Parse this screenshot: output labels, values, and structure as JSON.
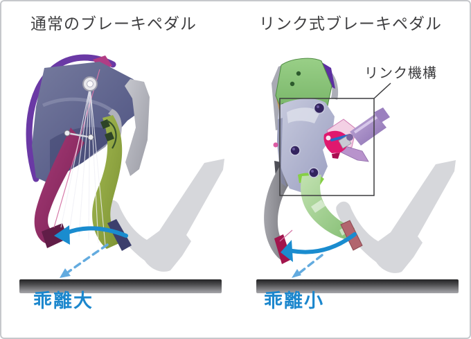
{
  "figure": {
    "type": "comparison-diagram",
    "subject": "brake pedal mechanisms"
  },
  "panels": {
    "left": {
      "title": "通常のブレーキペダル",
      "divergence_label": "乖離大"
    },
    "right": {
      "title": "リンク式ブレーキペダル",
      "annotation_label": "リンク機構",
      "divergence_label": "乖離小"
    }
  },
  "icons": {
    "solid_arrow": "pedal-stroke-arrow",
    "dashed_arrow": "floor-divergence-arrow",
    "foot": "driver-foot-silhouette",
    "box": "link-mechanism-highlight-box"
  },
  "colors": {
    "border": "#c6c8cc",
    "title_text": "#3f3f41",
    "annotation_text": "#3a3a3c",
    "divergence_text": "#1c87cd",
    "arrow_solid": "#1a8ccf",
    "arrow_dashed": "#63abdf",
    "highlight_box": "#3c3c3e",
    "foot_silhouette": "#d6d7db",
    "floor_top": "#232325",
    "floor_bottom": "#a6a6aa",
    "left_pedal_pressed": "#9c2e6a",
    "left_pedal_released": "#8fa840",
    "left_bracket": "#5a5f8c",
    "right_pedal_pressed": "#8a8a90",
    "right_pedal_released": "#9ccf8a",
    "right_bracket": "#b0b4cc",
    "link_crank": "#e0186e",
    "link_cylinder": "#a98fc8"
  }
}
